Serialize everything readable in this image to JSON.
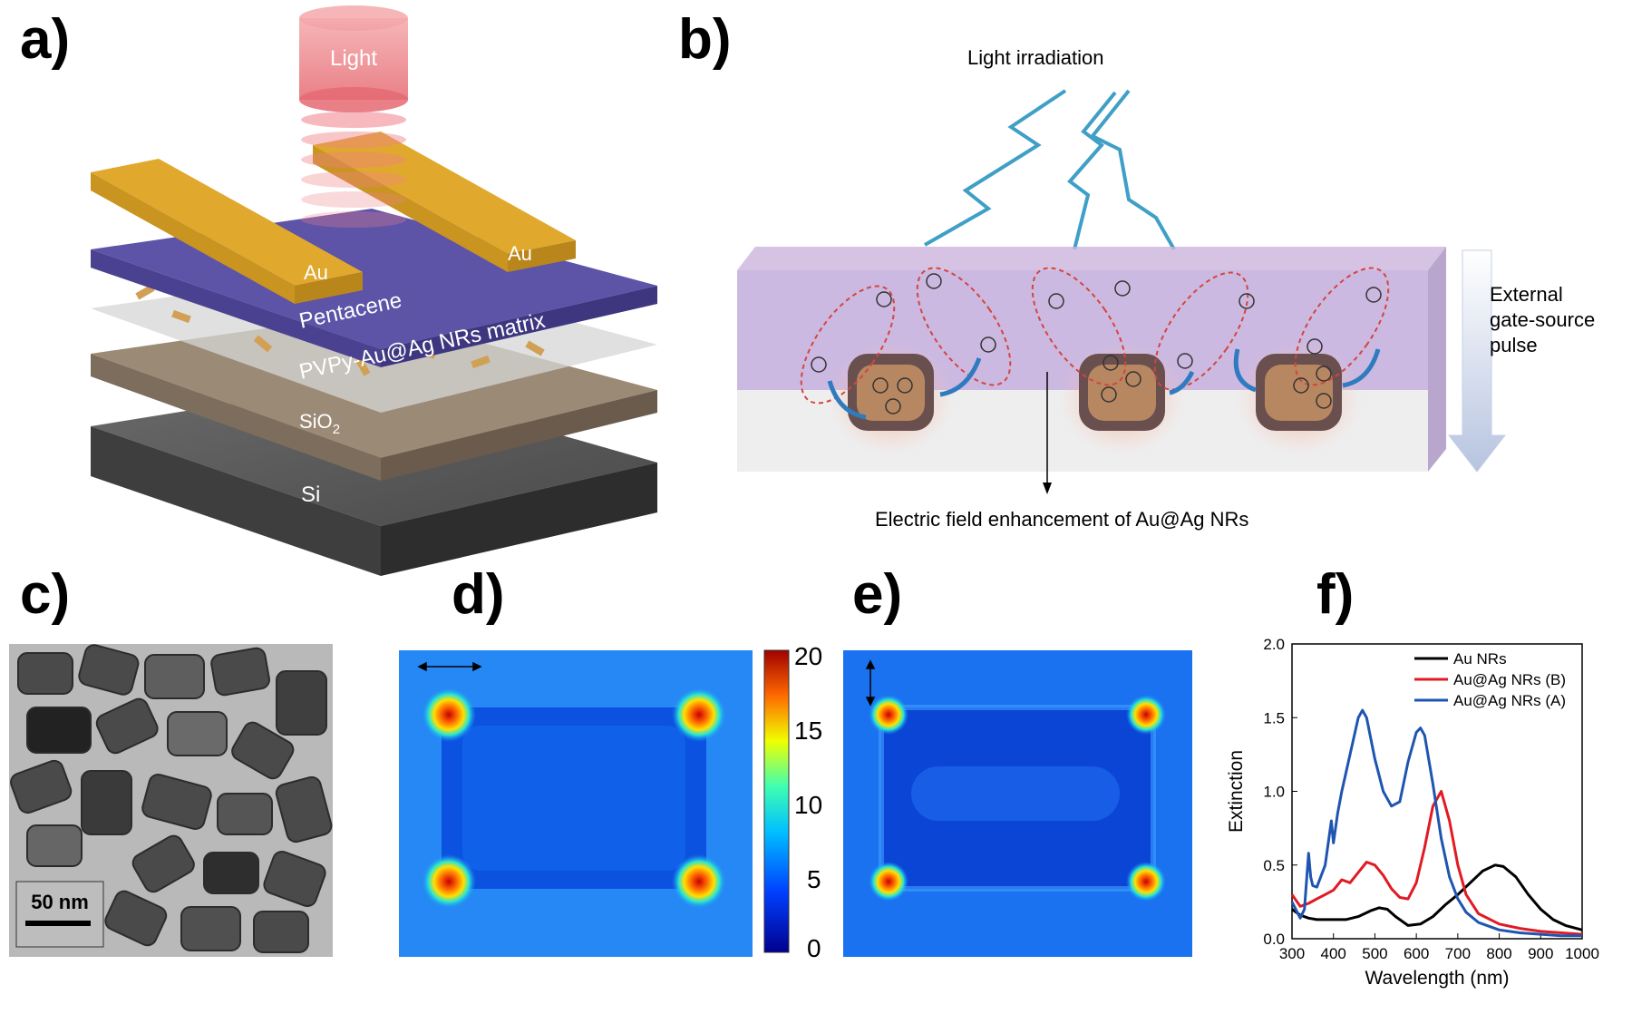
{
  "figure": {
    "panels": [
      {
        "letter": "a)"
      },
      {
        "letter": "b)"
      },
      {
        "letter": "c)"
      },
      {
        "letter": "d)"
      },
      {
        "letter": "e)"
      },
      {
        "letter": "f)"
      }
    ]
  },
  "panel_a": {
    "light_label": "Light",
    "electrode_left": "Au",
    "electrode_right": "Au",
    "layer_pentacene": "Pentacene",
    "layer_matrix": "PVPy-Au@Ag NRs matrix",
    "layer_sio2": "SiO",
    "layer_sio2_sub": "2",
    "layer_si": "Si"
  },
  "panel_b": {
    "light_label": "Light irradiation",
    "pulse_label_1": "External",
    "pulse_label_2": "gate-source",
    "pulse_label_3": "pulse",
    "field_label": "Electric field enhancement of Au@Ag NRs"
  },
  "panel_c": {
    "scale_bar": "50 nm"
  },
  "panel_d": {
    "colorbar_ticks": [
      "20",
      "15",
      "10",
      "5",
      "0"
    ]
  },
  "chart_data": {
    "type": "line",
    "xlabel": "Wavelength (nm)",
    "ylabel": "Extinction",
    "xlim": [
      300,
      1000
    ],
    "ylim": [
      0.0,
      2.0
    ],
    "xticks": [
      "300",
      "400",
      "500",
      "600",
      "700",
      "800",
      "900",
      "1000"
    ],
    "yticks": [
      "0.0",
      "0.5",
      "1.0",
      "1.5",
      "2.0"
    ],
    "legend_position": "top-right",
    "series": [
      {
        "name": "Au NRs",
        "color": "#000000",
        "x": [
          300,
          320,
          340,
          360,
          380,
          400,
          430,
          460,
          490,
          510,
          530,
          550,
          580,
          610,
          640,
          670,
          700,
          730,
          760,
          790,
          810,
          840,
          870,
          900,
          930,
          960,
          1000
        ],
        "y": [
          0.2,
          0.16,
          0.14,
          0.13,
          0.13,
          0.13,
          0.13,
          0.15,
          0.19,
          0.21,
          0.2,
          0.15,
          0.09,
          0.1,
          0.15,
          0.23,
          0.3,
          0.38,
          0.46,
          0.5,
          0.49,
          0.42,
          0.3,
          0.2,
          0.13,
          0.09,
          0.06
        ]
      },
      {
        "name": "Au@Ag  NRs (B)",
        "color": "#e01b24",
        "x": [
          300,
          320,
          340,
          360,
          380,
          400,
          420,
          440,
          460,
          480,
          500,
          520,
          540,
          560,
          580,
          600,
          620,
          640,
          660,
          680,
          700,
          720,
          750,
          800,
          850,
          900,
          950,
          1000
        ],
        "y": [
          0.3,
          0.22,
          0.24,
          0.27,
          0.3,
          0.33,
          0.4,
          0.38,
          0.45,
          0.52,
          0.5,
          0.43,
          0.34,
          0.28,
          0.27,
          0.38,
          0.62,
          0.9,
          1.0,
          0.8,
          0.5,
          0.3,
          0.17,
          0.1,
          0.07,
          0.05,
          0.04,
          0.03
        ]
      },
      {
        "name": "Au@Ag  NRs (A)",
        "color": "#1f55b0",
        "x": [
          300,
          320,
          330,
          340,
          345,
          350,
          360,
          380,
          395,
          400,
          410,
          420,
          440,
          460,
          470,
          480,
          500,
          520,
          540,
          560,
          580,
          600,
          610,
          620,
          640,
          660,
          680,
          700,
          720,
          750,
          800,
          850,
          900,
          950,
          1000
        ],
        "y": [
          0.25,
          0.14,
          0.2,
          0.58,
          0.42,
          0.36,
          0.35,
          0.5,
          0.8,
          0.65,
          0.85,
          1.0,
          1.25,
          1.5,
          1.55,
          1.5,
          1.22,
          1.0,
          0.9,
          0.93,
          1.2,
          1.4,
          1.43,
          1.38,
          1.05,
          0.68,
          0.42,
          0.27,
          0.18,
          0.11,
          0.06,
          0.04,
          0.03,
          0.02,
          0.02
        ]
      }
    ]
  }
}
